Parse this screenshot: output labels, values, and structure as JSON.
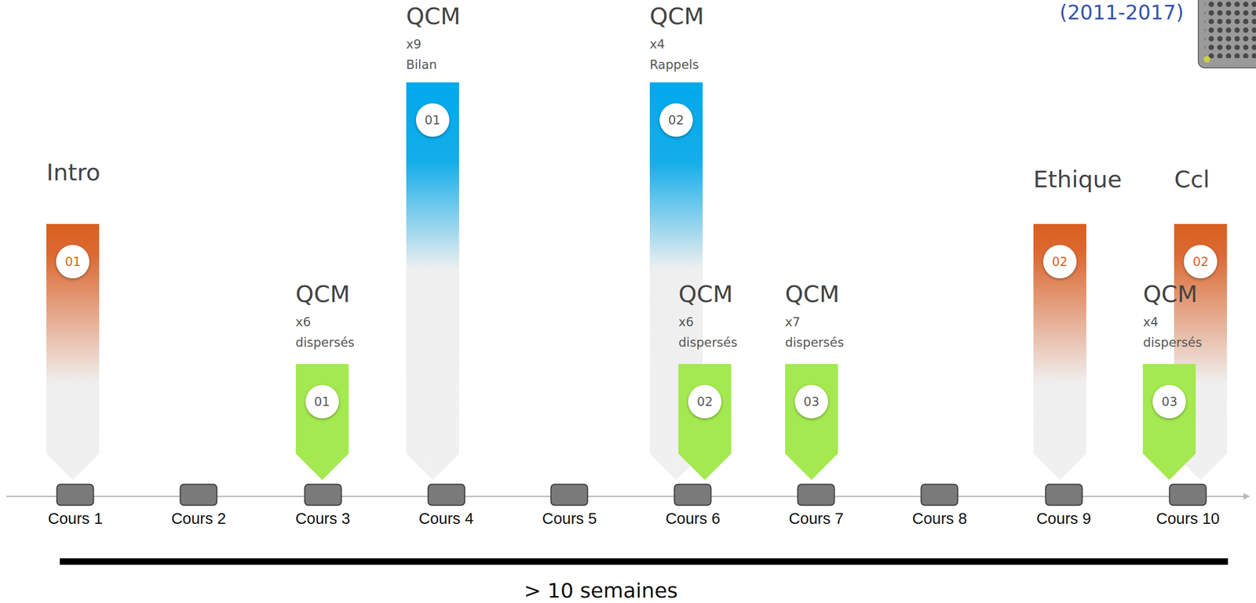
{
  "diagram": {
    "nodes": [
      {
        "text": [
          "Intro",
          "01"
        ]
      },
      {
        "text": [
          "QCM",
          "x6",
          "dispersés",
          "01"
        ]
      },
      {
        "text": [
          "QCM",
          "x9",
          "Bilan",
          "01"
        ]
      },
      {
        "text": [
          "QCM",
          "x4",
          "Rappels",
          "02"
        ]
      },
      {
        "text": [
          "QCM",
          "x6",
          "dispersés",
          "02"
        ]
      },
      {
        "text": [
          "QCM",
          "x7",
          "dispersés",
          "03"
        ]
      },
      {
        "text": [
          "Ethique",
          "02"
        ]
      },
      {
        "text": [
          "Ccl",
          "02"
        ]
      },
      {
        "text": [
          "QCM",
          "x4",
          "dispersés",
          "03"
        ]
      },
      {
        "text": [
          "Cours 1"
        ]
      },
      {
        "text": [
          "Cours 2"
        ]
      },
      {
        "text": [
          "Cours 3"
        ]
      },
      {
        "text": [
          "Cours 4"
        ]
      },
      {
        "text": [
          "Cours 5"
        ]
      },
      {
        "text": [
          "Cours 6"
        ]
      },
      {
        "text": [
          "Cours 7"
        ]
      },
      {
        "text": [
          "Cours 8"
        ]
      },
      {
        "text": [
          "Cours 9"
        ]
      },
      {
        "text": [
          "Cours 10"
        ]
      }
    ],
    "labels": [
      "(2011-2017)",
      "> 10 semaines"
    ]
  }
}
